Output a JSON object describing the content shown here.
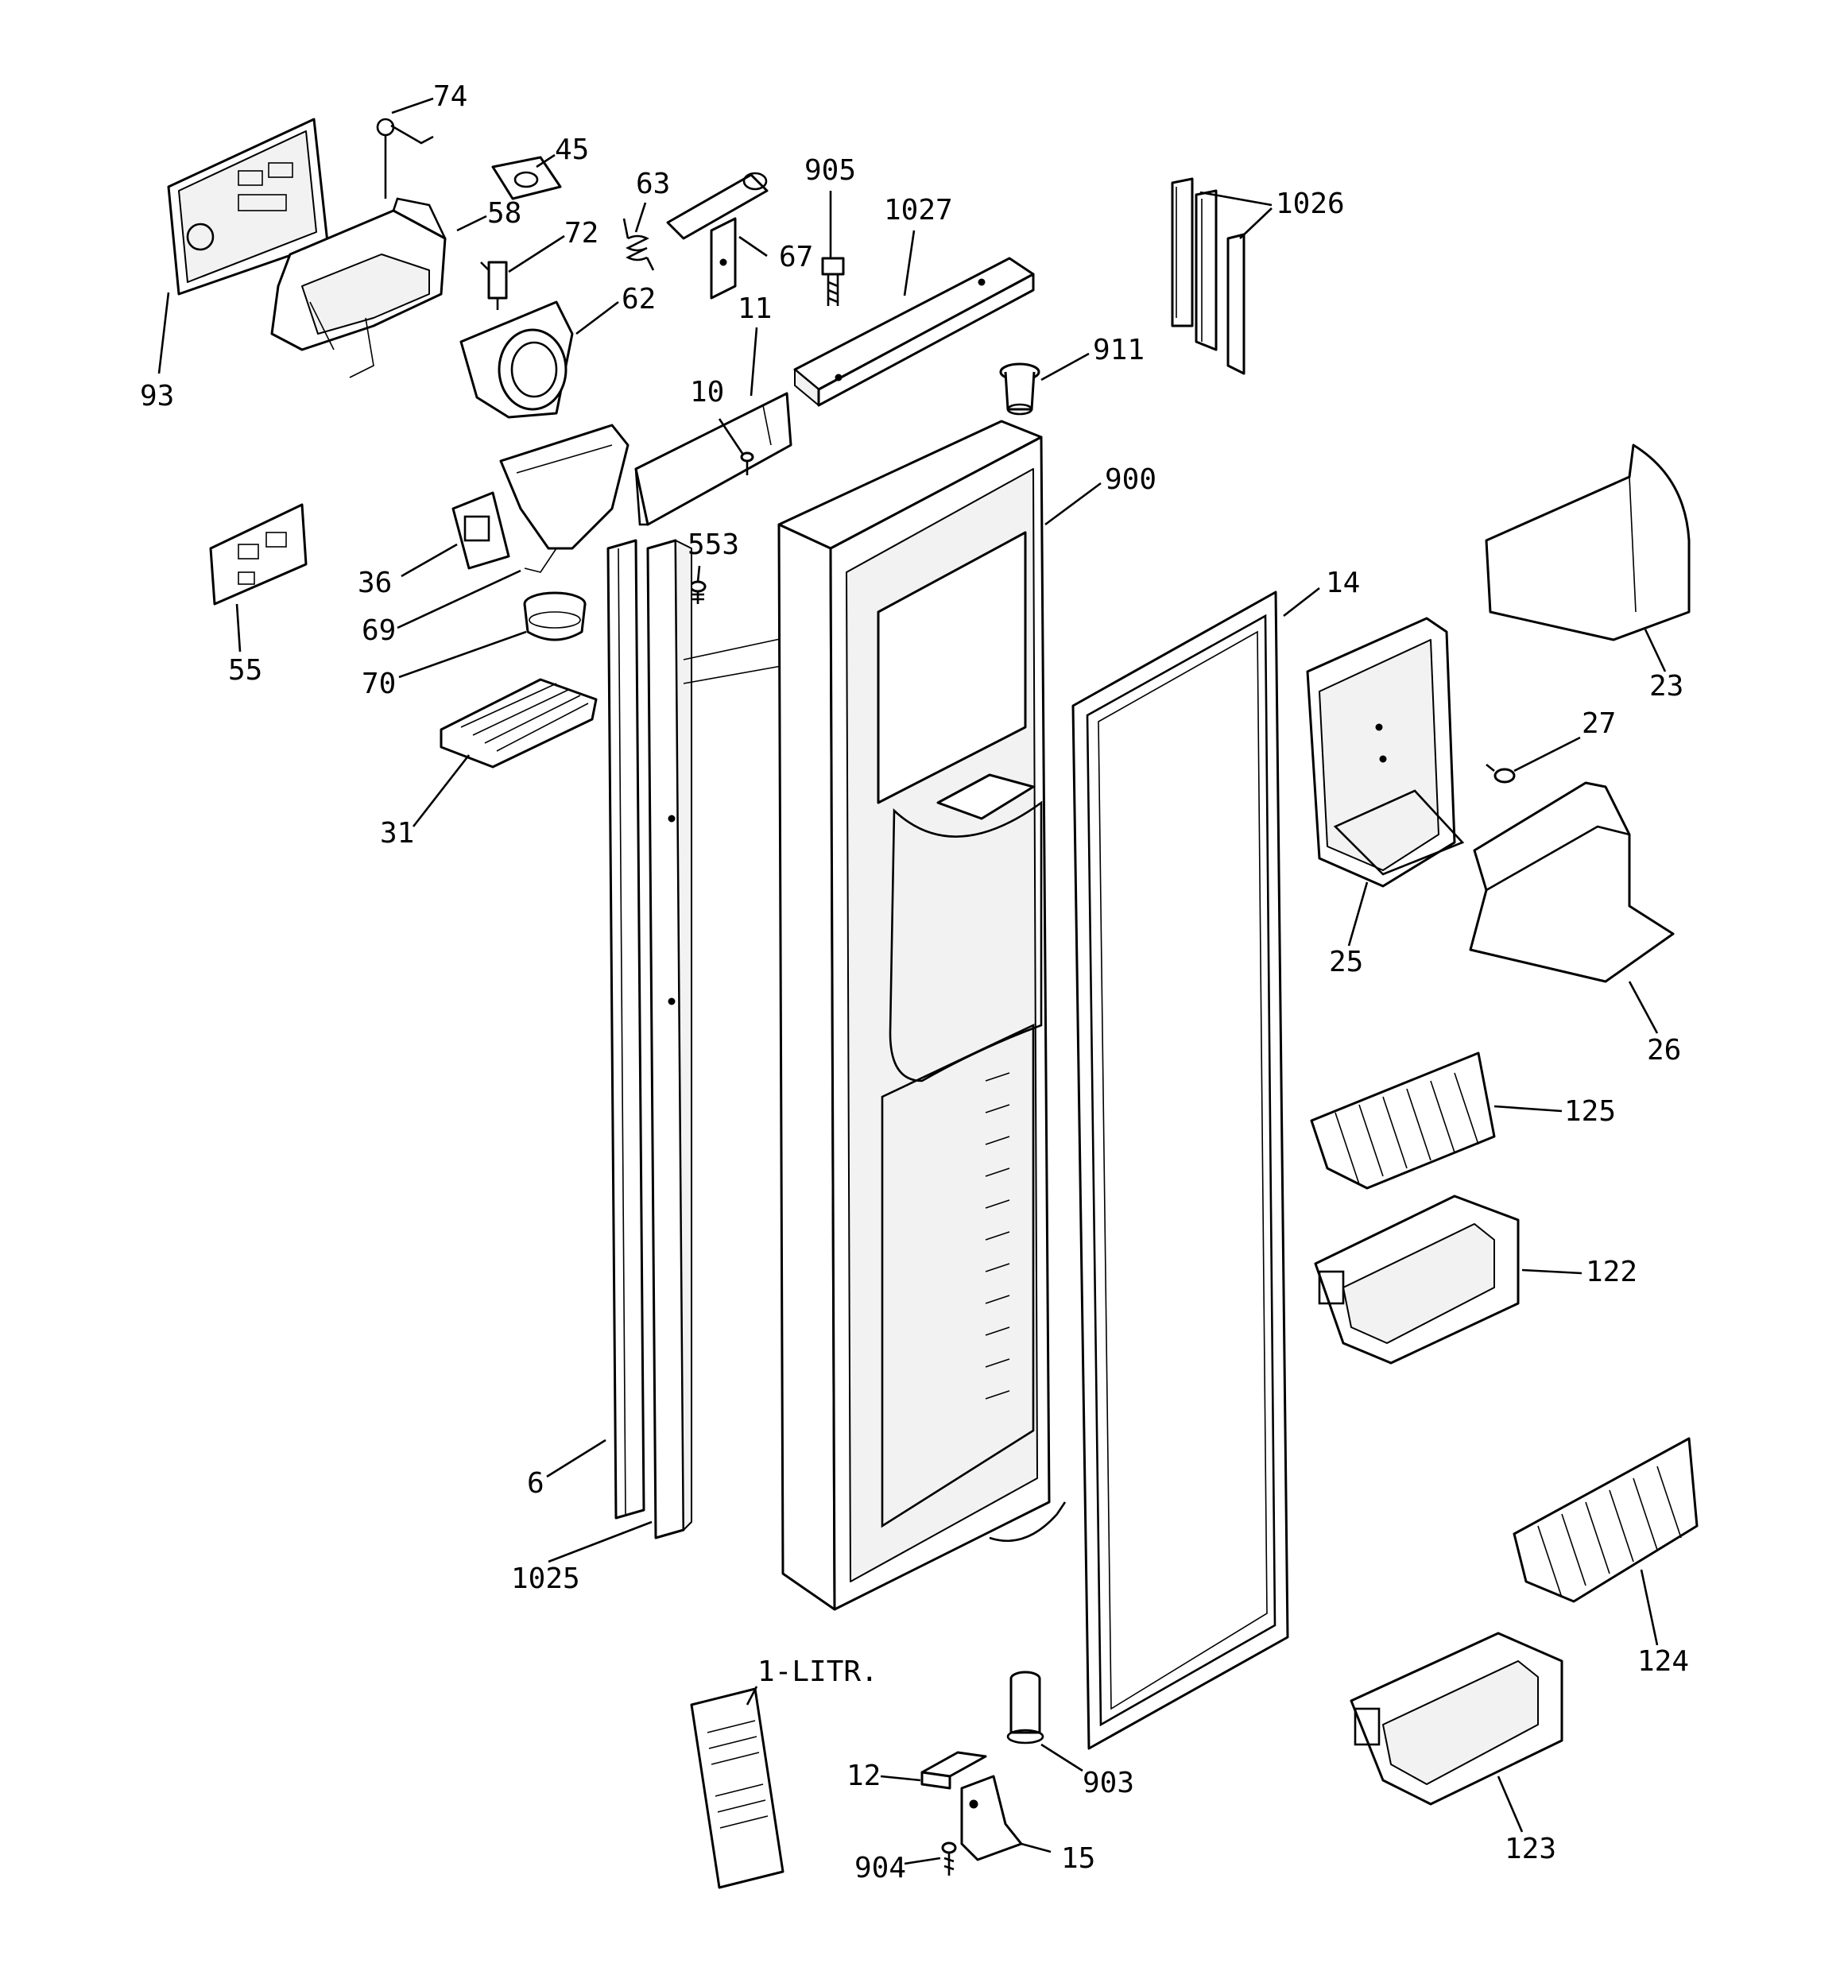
{
  "diagram": {
    "callouts": [
      "74",
      "45",
      "58",
      "72",
      "63",
      "67",
      "905",
      "1027",
      "1026",
      "93",
      "62",
      "11",
      "10",
      "911",
      "900",
      "36",
      "553",
      "69",
      "55",
      "70",
      "31",
      "14",
      "23",
      "27",
      "25",
      "26",
      "125",
      "122",
      "6",
      "1025",
      "124",
      "1-LITR.",
      "12",
      "903",
      "904",
      "15",
      "123"
    ]
  }
}
